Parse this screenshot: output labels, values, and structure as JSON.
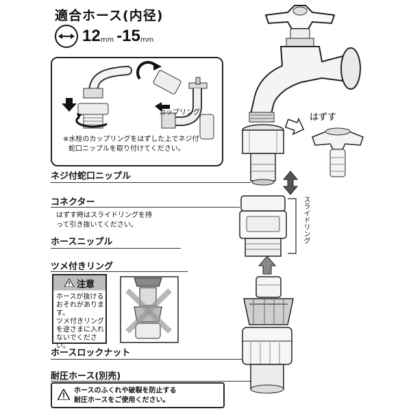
{
  "header": {
    "title": "適合ホース(内径)",
    "size_main": "12",
    "size_unit": "mm",
    "size_dash": "-15",
    "size_unit2": "mm"
  },
  "inset": {
    "coupling_label": "カップリング",
    "note_line1": "※水栓のカップリングをはずした上でネジ付",
    "note_line2": "蛇口ニップルを取り付けてください。"
  },
  "hazusu_label": "はずす",
  "slide_ring_label": "スライドリング",
  "parts": {
    "nipple": "ネジ付蛇口ニップル",
    "connector": "コネクター",
    "connector_note1": "はずす時はスライドリングを持",
    "connector_note2": "って引き抜いてください。",
    "hose_nipple": "ホースニップル",
    "claw_ring": "ツメ付きリング",
    "lock_nut": "ホースロックナット",
    "pressure_hose": "耐圧ホース(別売)"
  },
  "caution": {
    "title": "注意",
    "lines": [
      "ホースが抜ける",
      "おそれがあります。",
      "ツメ付きリング",
      "を逆さまに入れ",
      "ないでください。"
    ]
  },
  "warning": {
    "line1": "ホースのふくれや破裂を防止する",
    "line2": "耐圧ホースをご使用ください。"
  }
}
